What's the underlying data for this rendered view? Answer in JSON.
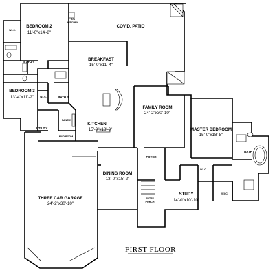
{
  "floor_title": "FIRST FLOOR",
  "rooms": [
    {
      "name": "BEDROOM 2",
      "dims": "11'-0\"x14'-8\""
    },
    {
      "name": "COV'D. PATIO",
      "dims": ""
    },
    {
      "name": "BREAKFAST",
      "dims": "15'-0\"x11'-4\""
    },
    {
      "name": "BEDROOM 3",
      "dims": "13'-4\"x11'-2\""
    },
    {
      "name": "FAMILY ROOM",
      "dims": "24'-2\"x30'-10\""
    },
    {
      "name": "KITCHEN",
      "dims": "15'-0\"x18'-0\""
    },
    {
      "name": "MASTER BEDROOM",
      "dims": "15'-0\"x18'-8\""
    },
    {
      "name": "DINING ROOM",
      "dims": "13'-0\"x15'-2\""
    },
    {
      "name": "THREE CAR GARAGE",
      "dims": "24'-2\"x30'-10\""
    },
    {
      "name": "STUDY",
      "dims": "14'-0\"x10'-10\""
    }
  ],
  "labels": {
    "wic": "W.I.C.",
    "bath": "BATH",
    "bath2": "BATH 2",
    "bath3": "BATH 3",
    "pantry": "PANTRY",
    "utility": "UTILITY",
    "mud_room": "MUD ROOM",
    "foyer": "FOYER",
    "entry_porch_1": "ENTRY",
    "entry_porch_2": "PORCH",
    "od_1": "O/D",
    "od_2": "KITCHEN"
  }
}
